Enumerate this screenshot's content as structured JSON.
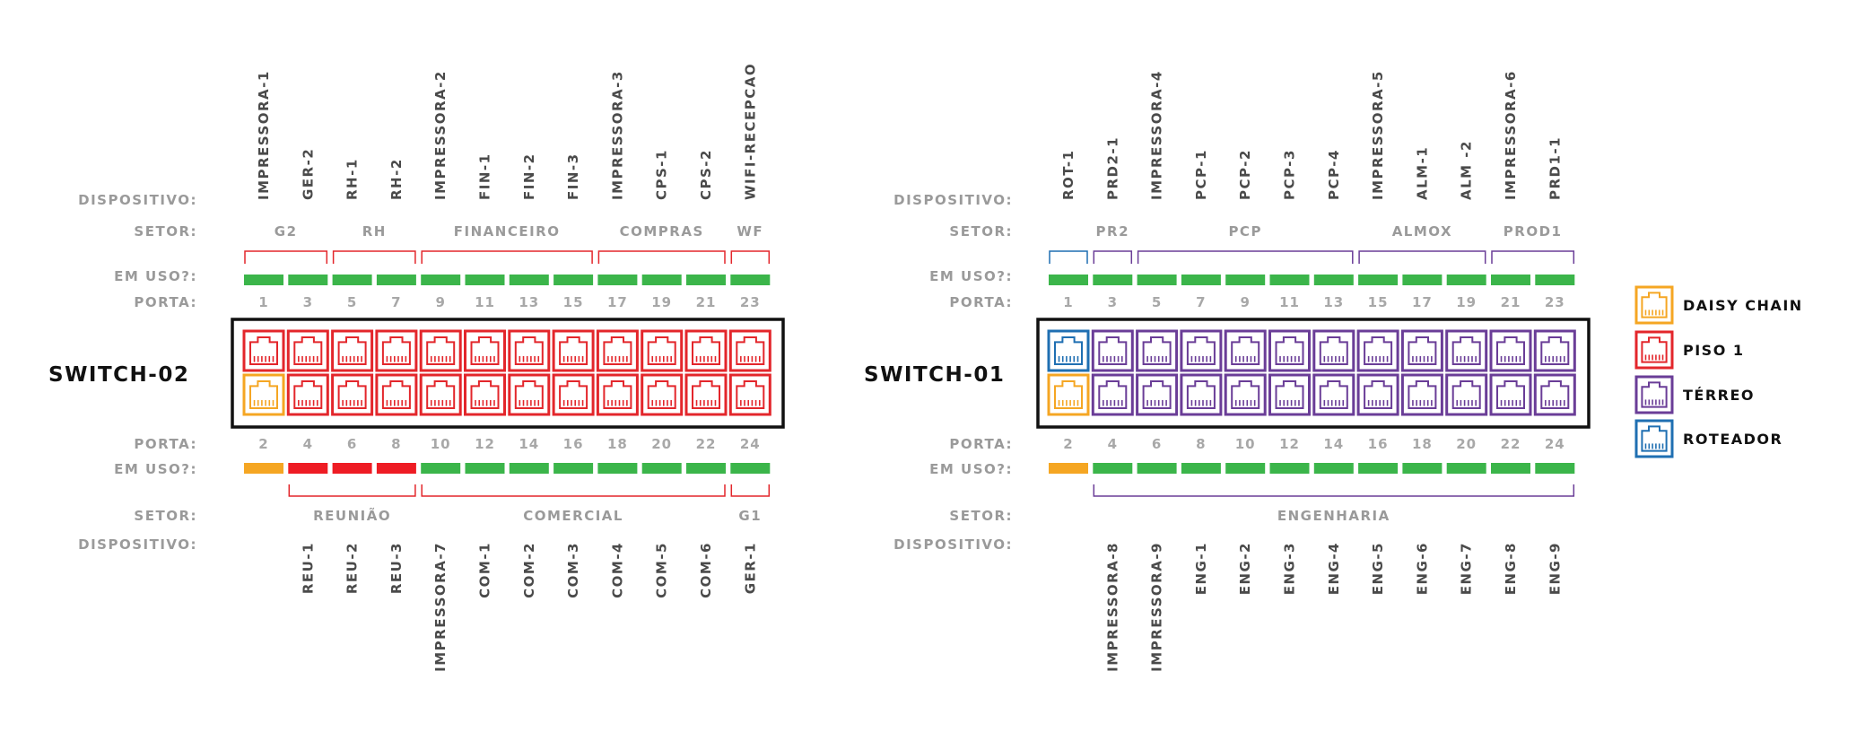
{
  "colors": {
    "daisy": "#f5a623",
    "piso1": "#e3262b",
    "terreo": "#6a3d97",
    "roteador": "#1f6fb2",
    "green": "#3bb54a",
    "orange": "#f5a623",
    "red": "#ee1c24",
    "label": "#9a9a9a",
    "frame": "#111111"
  },
  "labels": {
    "dispositivo": "DISPOSITIVO:",
    "setor": "SETOR:",
    "em_uso": "EM USO?:",
    "porta": "PORTA:"
  },
  "legend": [
    {
      "label": "DAISY CHAIN",
      "color": "daisy"
    },
    {
      "label": "PISO 1",
      "color": "piso1"
    },
    {
      "label": "TÉRREO",
      "color": "terreo"
    },
    {
      "label": "ROTEADOR",
      "color": "roteador"
    }
  ],
  "switches": [
    {
      "name": "SWITCH-02",
      "top": {
        "ports": [
          "1",
          "3",
          "5",
          "7",
          "9",
          "11",
          "13",
          "15",
          "17",
          "19",
          "21",
          "23"
        ],
        "port_colors": [
          "piso1",
          "piso1",
          "piso1",
          "piso1",
          "piso1",
          "piso1",
          "piso1",
          "piso1",
          "piso1",
          "piso1",
          "piso1",
          "piso1"
        ],
        "in_use": [
          "green",
          "green",
          "green",
          "green",
          "green",
          "green",
          "green",
          "green",
          "green",
          "green",
          "green",
          "green"
        ],
        "devices": [
          "IMPRESSORA-1",
          "GER-2",
          "RH-1",
          "RH-2",
          "IMPRESSORA-2",
          "FIN-1",
          "FIN-2",
          "FIN-3",
          "IMPRESSORA-3",
          "CPS-1",
          "CPS-2",
          "WIFI-RECEPCAO"
        ],
        "sectors": [
          {
            "label": "G2",
            "start": 0,
            "end": 1,
            "color": "piso1"
          },
          {
            "label": "RH",
            "start": 2,
            "end": 3,
            "color": "piso1"
          },
          {
            "label": "FINANCEIRO",
            "start": 4,
            "end": 7,
            "color": "piso1"
          },
          {
            "label": "COMPRAS",
            "start": 8,
            "end": 10,
            "color": "piso1"
          },
          {
            "label": "WF",
            "start": 11,
            "end": 11,
            "color": "piso1"
          }
        ]
      },
      "bottom": {
        "ports": [
          "2",
          "4",
          "6",
          "8",
          "10",
          "12",
          "14",
          "16",
          "18",
          "20",
          "22",
          "24"
        ],
        "port_colors": [
          "daisy",
          "piso1",
          "piso1",
          "piso1",
          "piso1",
          "piso1",
          "piso1",
          "piso1",
          "piso1",
          "piso1",
          "piso1",
          "piso1"
        ],
        "in_use": [
          "orange",
          "red",
          "red",
          "red",
          "green",
          "green",
          "green",
          "green",
          "green",
          "green",
          "green",
          "green"
        ],
        "devices": [
          "",
          "REU-1",
          "REU-2",
          "REU-3",
          "IMPRESSORA-7",
          "COM-1",
          "COM-2",
          "COM-3",
          "COM-4",
          "COM-5",
          "COM-6",
          "GER-1"
        ],
        "sectors": [
          {
            "label": "REUNIÃO",
            "start": 1,
            "end": 3,
            "color": "piso1"
          },
          {
            "label": "COMERCIAL",
            "start": 4,
            "end": 10,
            "color": "piso1"
          },
          {
            "label": "G1",
            "start": 11,
            "end": 11,
            "color": "piso1"
          }
        ]
      }
    },
    {
      "name": "SWITCH-01",
      "top": {
        "ports": [
          "1",
          "3",
          "5",
          "7",
          "9",
          "11",
          "13",
          "15",
          "17",
          "19",
          "21",
          "23"
        ],
        "port_colors": [
          "roteador",
          "terreo",
          "terreo",
          "terreo",
          "terreo",
          "terreo",
          "terreo",
          "terreo",
          "terreo",
          "terreo",
          "terreo",
          "terreo"
        ],
        "in_use": [
          "green",
          "green",
          "green",
          "green",
          "green",
          "green",
          "green",
          "green",
          "green",
          "green",
          "green",
          "green"
        ],
        "devices": [
          "ROT-1",
          "PRD2-1",
          "IMPRESSORA-4",
          "PCP-1",
          "PCP-2",
          "PCP-3",
          "PCP-4",
          "IMPRESSORA-5",
          "ALM-1",
          "ALM -2",
          "IMPRESSORA-6",
          "PRD1-1"
        ],
        "sectors": [
          {
            "label": "",
            "start": 0,
            "end": 0,
            "color": "roteador"
          },
          {
            "label": "PR2",
            "start": 1,
            "end": 1,
            "color": "terreo"
          },
          {
            "label": "PCP",
            "start": 2,
            "end": 6,
            "color": "terreo"
          },
          {
            "label": "ALMOX",
            "start": 7,
            "end": 9,
            "color": "terreo"
          },
          {
            "label": "PROD1",
            "start": 10,
            "end": 11,
            "color": "terreo"
          }
        ]
      },
      "bottom": {
        "ports": [
          "2",
          "4",
          "6",
          "8",
          "10",
          "12",
          "14",
          "16",
          "18",
          "20",
          "22",
          "24"
        ],
        "port_colors": [
          "daisy",
          "terreo",
          "terreo",
          "terreo",
          "terreo",
          "terreo",
          "terreo",
          "terreo",
          "terreo",
          "terreo",
          "terreo",
          "terreo"
        ],
        "in_use": [
          "orange",
          "green",
          "green",
          "green",
          "green",
          "green",
          "green",
          "green",
          "green",
          "green",
          "green",
          "green"
        ],
        "devices": [
          "",
          "IMPRESSORA-8",
          "IMPRESSORA-9",
          "ENG-1",
          "ENG-2",
          "ENG-3",
          "ENG-4",
          "ENG-5",
          "ENG-6",
          "ENG-7",
          "ENG-8",
          "ENG-9"
        ],
        "sectors": [
          {
            "label": "ENGENHARIA",
            "start": 1,
            "end": 11,
            "color": "terreo"
          }
        ]
      }
    }
  ]
}
